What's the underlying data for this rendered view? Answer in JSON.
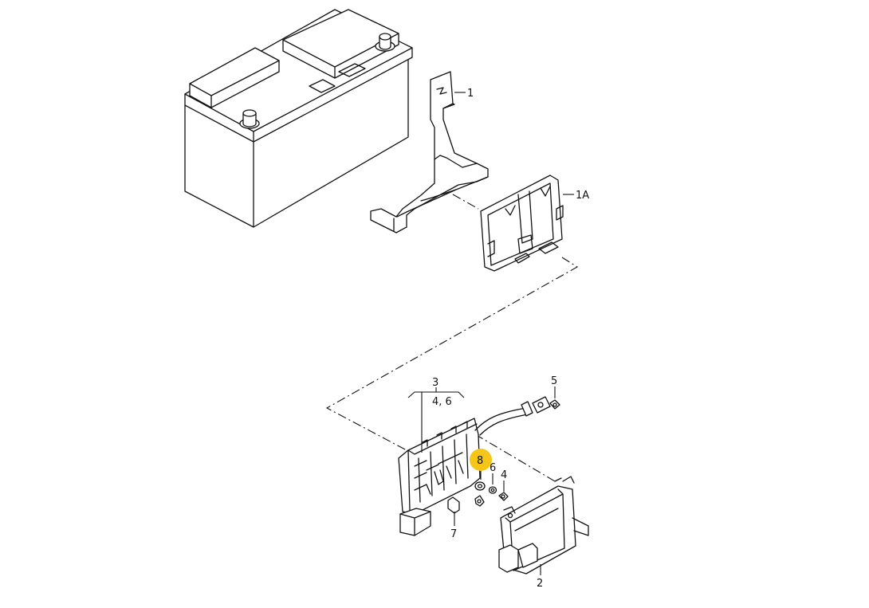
{
  "callouts": {
    "p1": "1",
    "p1a": "1A",
    "p2": "2",
    "p3": "3",
    "p46": "4, 6",
    "p4": "4",
    "p5": "5",
    "p6": "6",
    "p7": "7",
    "p8": "8"
  },
  "highlight_color": "#f5c518"
}
